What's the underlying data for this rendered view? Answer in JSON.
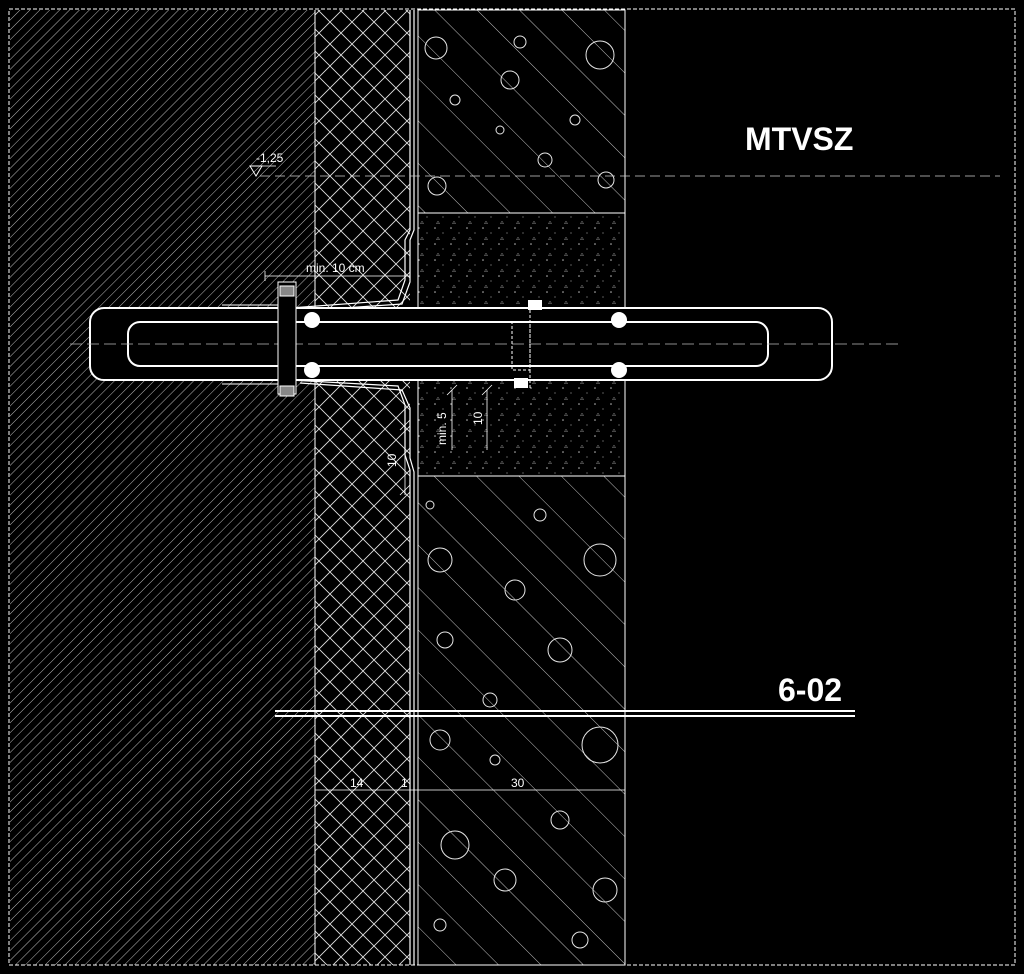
{
  "drawing": {
    "title": "MTVSZ",
    "section_label": "6-02",
    "level_mark": "-1,25",
    "annotations": {
      "flange_overlap": "min. 10 cm",
      "min_5": "min. 5",
      "ten_a": "10",
      "ten_b": "10"
    },
    "dimensions": {
      "insulation": "14",
      "membrane": "1",
      "wall": "30"
    },
    "colors": {
      "background": "#000000",
      "line": "#ffffff",
      "grey": "#9a9a9a"
    }
  }
}
